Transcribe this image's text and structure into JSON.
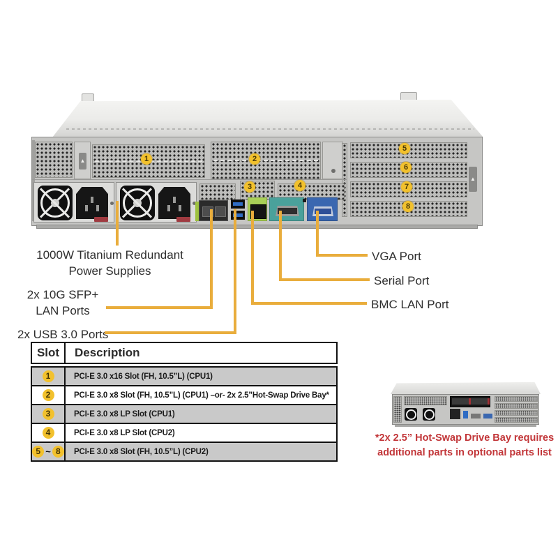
{
  "callouts": {
    "psu": [
      "1000W Titanium Redundant",
      "Power Supplies"
    ],
    "sfp": [
      "2x 10G SFP+",
      "LAN Ports"
    ],
    "usb": "2x USB 3.0 Ports",
    "vga": "VGA Port",
    "serial": "Serial Port",
    "bmc": "BMC LAN Port"
  },
  "chassis_badges": [
    "1",
    "2",
    "3",
    "4",
    "5",
    "6",
    "7",
    "8"
  ],
  "slot_table": {
    "headers": [
      "Slot",
      "Description"
    ],
    "rows": [
      {
        "slot": [
          "1"
        ],
        "description": "PCI-E 3.0 x16 Slot (FH, 10.5”L) (CPU1)",
        "shaded": true
      },
      {
        "slot": [
          "2"
        ],
        "description": "PCI-E 3.0 x8 Slot (FH, 10.5”L) (CPU1) –or- 2x 2.5”Hot-Swap Drive Bay*",
        "shaded": false
      },
      {
        "slot": [
          "3"
        ],
        "description": "PCI-E 3.0 x8 LP Slot (CPU1)",
        "shaded": true
      },
      {
        "slot": [
          "4"
        ],
        "description": "PCI-E 3.0 x8 LP Slot (CPU2)",
        "shaded": false
      },
      {
        "slot": [
          "5",
          "~",
          "8"
        ],
        "description": "PCI-E 3.0 x8 Slot (FH, 10.5”L) (CPU2)",
        "shaded": true
      }
    ]
  },
  "footnote": [
    "*2x 2.5” Hot-Swap Drive Bay requires",
    "additional parts in optional parts list"
  ],
  "colors": {
    "callout_yellow": "#E9AD3C",
    "badge_yellow": "#F2C12D",
    "table_shaded_row": "#C9C9C9",
    "footnote_red": "#C23639",
    "bmc_lan_green": "#A9CF56",
    "serial_teal": "#4AA19B",
    "vga_blue": "#3A67B0",
    "usb_blue": "#2F6CC4"
  }
}
